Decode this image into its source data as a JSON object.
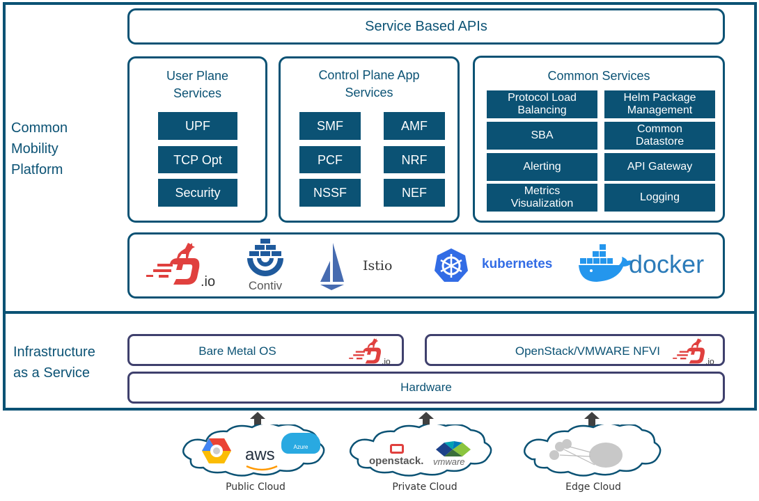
{
  "colors": {
    "primary": "#0b5274",
    "infra_border": "#3f406d",
    "fdio_red": "#e0403e",
    "k8s_blue": "#326ce5",
    "docker_blue": "#2496ed",
    "istio_blue": "#466bb0",
    "arrow": "#404040"
  },
  "platform": {
    "label_lines": [
      "Common",
      "Mobility",
      "Platform"
    ],
    "service_based_apis": "Service Based APIs",
    "user_plane": {
      "title_lines": [
        "User Plane",
        "Services"
      ],
      "items": [
        "UPF",
        "TCP Opt",
        "Security"
      ]
    },
    "control_plane": {
      "title_lines": [
        "Control Plane App",
        "Services"
      ],
      "items": [
        "SMF",
        "AMF",
        "PCF",
        "NRF",
        "NSSF",
        "NEF"
      ]
    },
    "common_services": {
      "title": "Common Services",
      "items": [
        [
          "Protocol Load",
          "Balancing"
        ],
        [
          "Helm Package",
          "Management"
        ],
        [
          "SBA"
        ],
        [
          "Common",
          "Datastore"
        ],
        [
          "Alerting"
        ],
        [
          "API Gateway"
        ],
        [
          "Metrics",
          "Visualization"
        ],
        [
          "Logging"
        ]
      ]
    },
    "logos": {
      "fdio": ".io",
      "contiv": "Contiv",
      "istio": "Istio",
      "kubernetes": "kubernetes",
      "docker": "docker"
    }
  },
  "infrastructure": {
    "label_lines": [
      "Infrastructure",
      "as a Service"
    ],
    "bare_metal": "Bare Metal OS",
    "nfvi": "OpenStack/VMWARE NFVI",
    "fdio_suffix": ".io",
    "hardware": "Hardware"
  },
  "clouds": [
    {
      "label": "Public Cloud",
      "logos": [
        "google-cloud",
        "aws",
        "Azure"
      ]
    },
    {
      "label": "Private Cloud",
      "logos": [
        "openstack.",
        "vmware"
      ]
    },
    {
      "label": "Edge Cloud",
      "logos": [
        "edge-nodes"
      ]
    }
  ]
}
